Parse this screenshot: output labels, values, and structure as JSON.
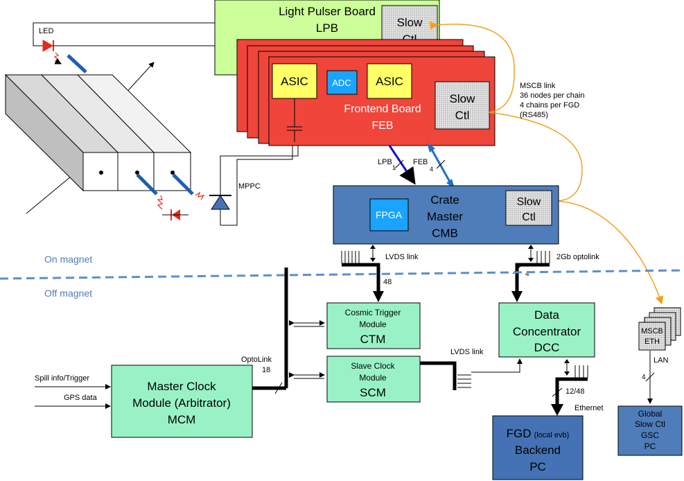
{
  "lpb": {
    "title": "Light Pulser Board",
    "abbr": "LPB"
  },
  "slow_ctl": {
    "line1": "Slow",
    "line2": "Ctl"
  },
  "feb": {
    "asic": "ASIC",
    "adc": "ADC",
    "title": "Frontend Board",
    "abbr": "FEB"
  },
  "led": "LED",
  "mppc": "MPPC",
  "mscb_link": {
    "line1": "MSCB link",
    "line2": "36 nodes per chain",
    "line3": "4 chains per FGD",
    "line4": "(RS485)"
  },
  "lpb_bus": {
    "label": "LPB",
    "count": "1"
  },
  "feb_bus": {
    "label": "FEB",
    "count": "4"
  },
  "cmb": {
    "fpga": "FPGA",
    "line1": "Crate",
    "line2": "Master",
    "line3": "CMB"
  },
  "lvds_link_top": "LVDS link",
  "optolink_2gb": "2Gb optolink",
  "bus_48": "48",
  "bus_4": "4",
  "on_magnet": "On magnet",
  "off_magnet": "Off magnet",
  "ctm": {
    "line1": "Cosmic Trigger",
    "line2": "Module",
    "abbr": "CTM"
  },
  "scm": {
    "line1": "Slave Clock",
    "line2": "Module",
    "abbr": "SCM"
  },
  "dcc": {
    "line1": "Data",
    "line2": "Concentrator",
    "abbr": "DCC"
  },
  "lvds_link_mid": "LVDS link",
  "mcm": {
    "line1": "Master Clock",
    "line2": "Module (Arbitrator)",
    "abbr": "MCM"
  },
  "spill_info": "Spill info/Trigger",
  "gps_data": "GPS data",
  "optolink": {
    "label": "OptoLink",
    "count": "18"
  },
  "fgd": {
    "main": "FGD",
    "sub": "(local evb)",
    "line2": "Backend",
    "line3": "PC"
  },
  "ethernet": {
    "count": "12/48",
    "label": "Ethernet"
  },
  "mscb_eth": {
    "line1": "MSCB",
    "line2": "ETH"
  },
  "lan": {
    "label": "LAN",
    "count": "4"
  },
  "gsc": {
    "line1": "Global",
    "line2": "Slow Ctl",
    "line3": "GSC",
    "line4": "PC"
  },
  "colors": {
    "lpb_green": "#ccff99",
    "feb_red": "#f0453a",
    "asic_yellow": "#ffff66",
    "adc_blue": "#1aa3ff",
    "cmb_blue": "#4f7dba",
    "module_green": "#99f2c6",
    "fgd_blue": "#4472b4",
    "mscb_orange": "#f0a020",
    "magnet_line": "#5b8fc9"
  }
}
